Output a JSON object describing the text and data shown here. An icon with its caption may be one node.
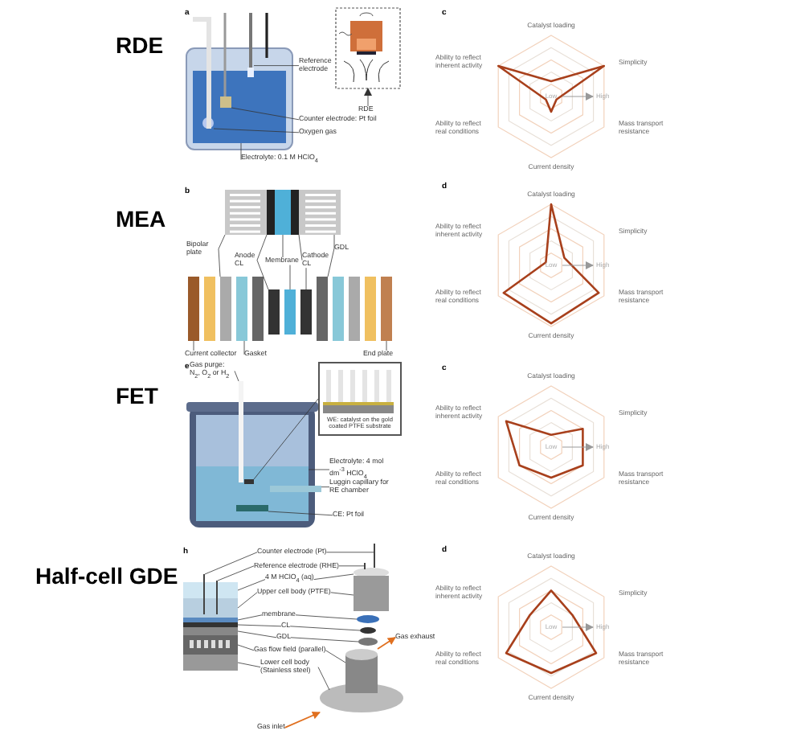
{
  "diagram": {
    "nodes": [
      {
        "text": [
          "Reference electrode"
        ]
      },
      {
        "text": [
          "RDE"
        ]
      },
      {
        "text": [
          "Counter electrode: Pt foil"
        ]
      },
      {
        "text": [
          "Oxygen gas"
        ]
      },
      {
        "text": [
          "Electrolyte: 0.1 M HClO$_{4}$"
        ]
      },
      {
        "text": [
          "Bipolar plate"
        ]
      },
      {
        "text": [
          "Anode CL"
        ]
      },
      {
        "text": [
          "Membrane"
        ]
      },
      {
        "text": [
          "Cathode CL"
        ]
      },
      {
        "text": [
          "GDL"
        ]
      },
      {
        "text": [
          "Current collector"
        ]
      },
      {
        "text": [
          "Gasket"
        ]
      },
      {
        "text": [
          "End plate"
        ]
      },
      {
        "text": [
          "Gas purge: N$_{2}$, O$_{2}$ or H$_{2}$"
        ]
      },
      {
        "text": [
          "WE: catalyst on the gold coated PTFE substrate"
        ]
      },
      {
        "text": [
          "Electrolyte: 4 mol dm$^{-3}$ HClO$_{4}$"
        ]
      },
      {
        "text": [
          "Luggin capillary for RE chamber"
        ]
      },
      {
        "text": [
          "CE: Pt foil"
        ]
      },
      {
        "text": [
          "Counter electrode (Pt)"
        ]
      },
      {
        "text": [
          "Reference electrode (RHE)"
        ]
      },
      {
        "text": [
          "4 M HClO$_{4}$ (aq)"
        ]
      },
      {
        "text": [
          "Upper cell body (PTFE)"
        ]
      },
      {
        "text": [
          "membrane"
        ]
      },
      {
        "text": [
          "CL"
        ]
      },
      {
        "text": [
          "GDL"
        ]
      },
      {
        "text": [
          "Gas flow field (parallel)"
        ]
      },
      {
        "text": [
          "Lower cell body (Stainless steel)"
        ]
      },
      {
        "text": [
          "Gas exhaust"
        ]
      },
      {
        "text": [
          "Gas inlet"
        ]
      },
      {
        "text": [],
        "shape": "bar"
      },
      {
        "text": [],
        "shape": "picture"
      },
      {
        "text": [],
        "shape": "box"
      },
      {
        "text": [],
        "shape": "box",
        "in": 31
      },
      {
        "text": [],
        "shape": "circle",
        "in": 31
      },
      {
        "text": [],
        "shape": "box"
      },
      {
        "text": [],
        "shape": "box"
      },
      {
        "text": [],
        "shape": "box"
      },
      {
        "text": [],
        "shape": "box"
      },
      {
        "text": [],
        "shape": "box"
      },
      {
        "text": [],
        "shape": "box"
      },
      {
        "text": [],
        "shape": "box"
      },
      {
        "text": [],
        "shape": "box"
      },
      {
        "text": [],
        "shape": "box"
      },
      {
        "text": [],
        "shape": "box"
      },
      {
        "text": [],
        "shape": "box"
      },
      {
        "text": [],
        "shape": "box"
      },
      {
        "text": [],
        "shape": "box"
      },
      {
        "text": [],
        "shape": "bar"
      },
      {
        "text": [],
        "shape": "box"
      },
      {
        "text": [],
        "shape": "box",
        "in": 48
      },
      {
        "text": [],
        "shape": "box",
        "in": 48
      },
      {
        "text": [],
        "shape": "bar"
      },
      {
        "text": [],
        "shape": "bar"
      },
      {
        "text": [],
        "shape": "bar"
      },
      {
        "text": [],
        "shape": "box"
      },
      {
        "text": [],
        "shape": "box"
      },
      {
        "text": [],
        "shape": "box"
      },
      {
        "text": [],
        "shape": "box"
      },
      {
        "text": [],
        "shape": "box"
      },
      {
        "text": [],
        "shape": "box"
      },
      {
        "text": [],
        "shape": "box"
      },
      {
        "text": [],
        "shape": "bar"
      },
      {
        "text": [],
        "shape": "bar"
      },
      {
        "text": [],
        "shape": "circle"
      },
      {
        "text": [],
        "shape": "box"
      },
      {
        "text": [],
        "shape": "circle"
      },
      {
        "text": [],
        "shape": "circle"
      },
      {
        "text": [],
        "shape": "circle"
      },
      {
        "text": [],
        "shape": "cylinder"
      },
      {
        "text": [],
        "shape": "circle"
      }
    ],
    "edges": [
      {
        "from": 0,
        "to": 29,
        "arrow": "none"
      },
      {
        "from": 1,
        "to": 30,
        "arrow": "to"
      },
      {
        "from": 2,
        "to": 32,
        "arrow": "none"
      },
      {
        "from": 3,
        "to": 33,
        "arrow": "none"
      },
      {
        "from": 4,
        "to": 31,
        "arrow": "none"
      },
      {
        "from": 5,
        "to": 34,
        "arrow": "none"
      },
      {
        "from": 5,
        "to": 40,
        "arrow": "none"
      },
      {
        "from": 6,
        "to": 35,
        "arrow": "none"
      },
      {
        "from": 6,
        "to": 42,
        "arrow": "none"
      },
      {
        "from": 7,
        "to": 36,
        "arrow": "none"
      },
      {
        "from": 7,
        "to": 43,
        "arrow": "none"
      },
      {
        "from": 8,
        "to": 37,
        "arrow": "none"
      },
      {
        "from": 8,
        "to": 44,
        "arrow": "none"
      },
      {
        "from": 9,
        "to": 38,
        "arrow": "none"
      },
      {
        "from": 9,
        "to": 45,
        "arrow": "none"
      },
      {
        "from": 10,
        "to": 39,
        "arrow": "none"
      },
      {
        "from": 11,
        "to": 41,
        "arrow": "none"
      },
      {
        "from": 12,
        "to": 46,
        "arrow": "none"
      },
      {
        "from": 13,
        "to": 47,
        "arrow": "none"
      },
      {
        "from": 49,
        "to": 14,
        "arrow": "none"
      },
      {
        "from": 15,
        "to": 48,
        "arrow": "none"
      },
      {
        "from": 16,
        "to": 51,
        "arrow": "none"
      },
      {
        "from": 17,
        "to": 50,
        "arrow": "none"
      },
      {
        "from": 18,
        "to": 52,
        "arrow": "none"
      },
      {
        "from": 18,
        "to": 61,
        "arrow": "none"
      },
      {
        "from": 19,
        "to": 53,
        "arrow": "none"
      },
      {
        "from": 19,
        "to": 62,
        "arrow": "none"
      },
      {
        "from": 20,
        "to": 54,
        "arrow": "none"
      },
      {
        "from": 20,
        "to": 63,
        "arrow": "none"
      },
      {
        "from": 21,
        "to": 55,
        "arrow": "none"
      },
      {
        "from": 21,
        "to": 64,
        "arrow": "none"
      },
      {
        "from": 22,
        "to": 56,
        "arrow": "none"
      },
      {
        "from": 22,
        "to": 65,
        "arrow": "none"
      },
      {
        "from": 23,
        "to": 57,
        "arrow": "none"
      },
      {
        "from": 23,
        "to": 66,
        "arrow": "none"
      },
      {
        "from": 24,
        "to": 58,
        "arrow": "none"
      },
      {
        "from": 24,
        "to": 67,
        "arrow": "none"
      },
      {
        "from": 25,
        "to": 59,
        "arrow": "none"
      },
      {
        "from": 25,
        "to": 68,
        "arrow": "none"
      },
      {
        "from": 26,
        "to": 60,
        "arrow": "none"
      },
      {
        "from": 26,
        "to": 69,
        "arrow": "none"
      },
      {
        "from": 68,
        "to": 27,
        "arrow": "to",
        "color": "#e07020"
      },
      {
        "from": 28,
        "to": 69,
        "arrow": "to",
        "color": "#e07020"
      }
    ],
    "labels": [
      "RDE",
      "a",
      "c",
      "Catalyst loading",
      "Ability to reflect inherent activity",
      "Simplicity",
      "Low",
      "High",
      "Ability to reflect real conditions",
      "Mass transport resistance",
      "Current density",
      "MEA",
      "b",
      "d",
      "Catalyst loading",
      "Ability to reflect inherent activity",
      "Simplicity",
      "Low",
      "High",
      "Ability to reflect real conditions",
      "Mass transport resistance",
      "Current density",
      "FET",
      "e",
      "c",
      "Catalyst loading",
      "Ability to reflect inherent activity",
      "Simplicity",
      "Low",
      "High",
      "Ability to reflect real conditions",
      "Mass transport resistance",
      "Current density",
      "Half-cell GDE",
      "h",
      "d",
      "Catalyst loading",
      "Ability to reflect inherent activity",
      "Simplicity",
      "Low",
      "High",
      "Ability to reflect real conditions",
      "Mass transport resistance",
      "Current density"
    ]
  }
}
